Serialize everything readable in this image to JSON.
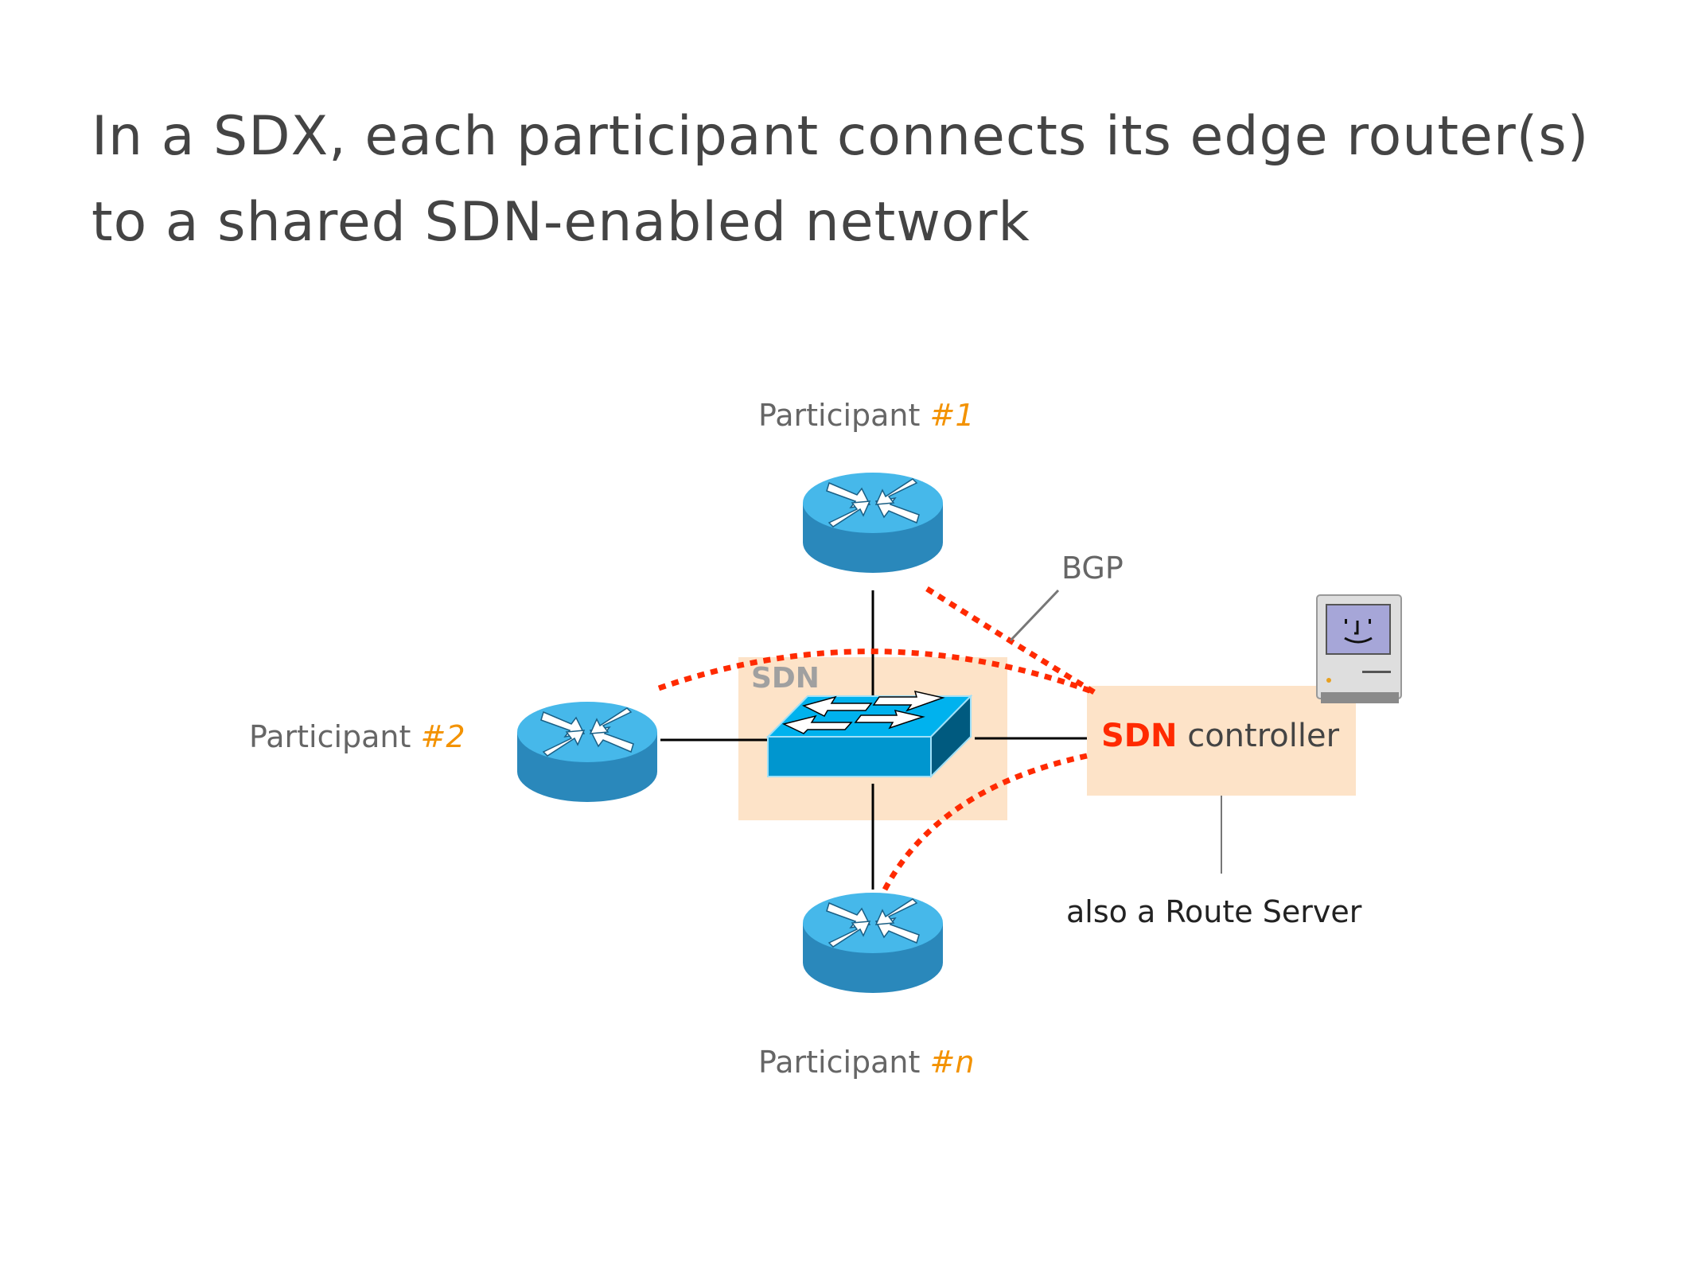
{
  "slide": {
    "title_line1": "In a SDX, each participant connects its edge router(s)",
    "title_line2": "to a shared SDN-enabled network"
  },
  "participants": [
    {
      "label": "Participant",
      "number": "#1",
      "icon": "router-icon"
    },
    {
      "label": "Participant",
      "number": "#2",
      "icon": "router-icon"
    },
    {
      "label": "Participant",
      "number": "#n",
      "icon": "router-icon"
    }
  ],
  "sdn_fabric": {
    "label": "SDN",
    "icon": "switch-icon"
  },
  "controller": {
    "label_highlight": "SDN",
    "label_rest": " controller",
    "icon": "classic-mac-computer-icon",
    "note": "also a Route Server"
  },
  "bgp_label": "BGP",
  "colors": {
    "accent_orange": "#f39200",
    "bgp_red": "#ff2a00",
    "box_fill": "#fde3c8",
    "router_blue": "#2e8bc0"
  }
}
